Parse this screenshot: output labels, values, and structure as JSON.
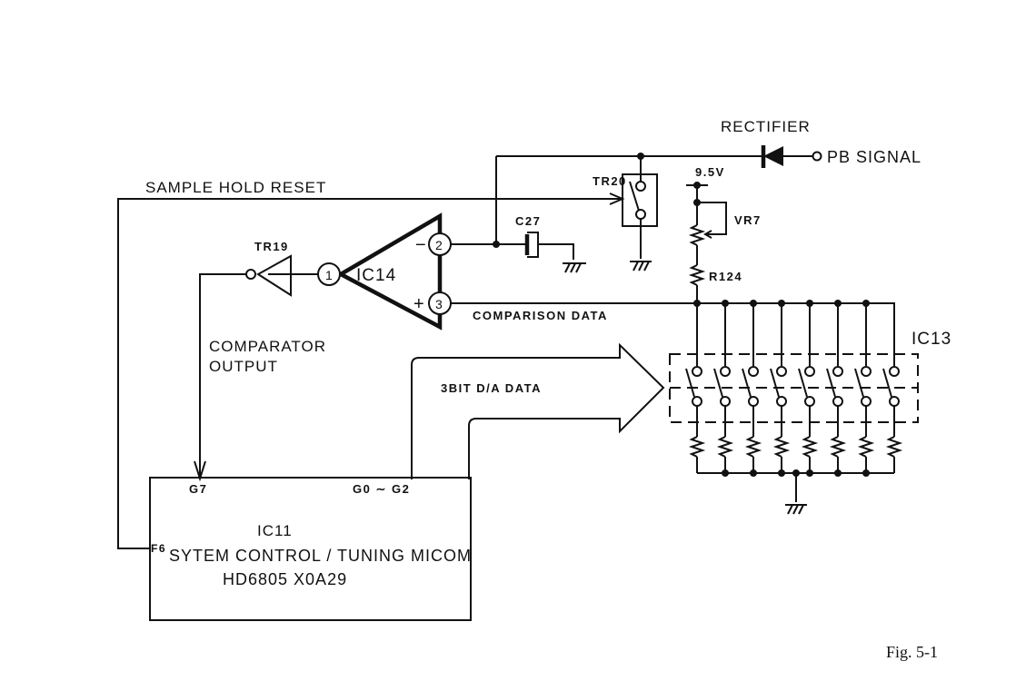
{
  "labels": {
    "rectifier": "RECTIFIER",
    "pb_signal": "PB SIGNAL",
    "sample_hold_reset": "SAMPLE HOLD RESET",
    "tr20": "TR20",
    "voltage": "9.5V",
    "vr7": "VR7",
    "r124": "R124",
    "c27": "C27",
    "tr19": "TR19",
    "ic14": "IC14",
    "ic14_pin1": "1",
    "ic14_pin2": "2",
    "ic14_pin3": "3",
    "minus": "−",
    "plus": "+",
    "comparison_data": "COMPARISON DATA",
    "ic13": "IC13",
    "comparator_output_1": "COMPARATOR",
    "comparator_output_2": "OUTPUT",
    "da_data": "3BIT  D/A  DATA",
    "g7": "G7",
    "g0_g2": "G0 ∼ G2",
    "f6": "F6",
    "ic11_name": "IC11",
    "ic11_desc": "SYTEM  CONTROL / TUNING  MICOM",
    "ic11_part": "HD6805  X0A29",
    "figure_caption": "Fig. 5-1"
  },
  "ic13_switch_count": 8
}
